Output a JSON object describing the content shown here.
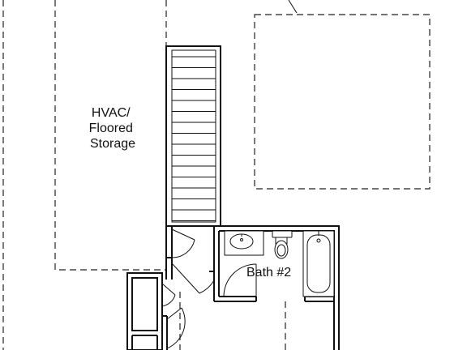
{
  "plan": {
    "rooms": [
      {
        "id": "hvac",
        "lines": [
          "HVAC/",
          "Floored",
          "Storage"
        ]
      },
      {
        "id": "bath2",
        "lines": [
          "Bath #2"
        ]
      }
    ]
  }
}
